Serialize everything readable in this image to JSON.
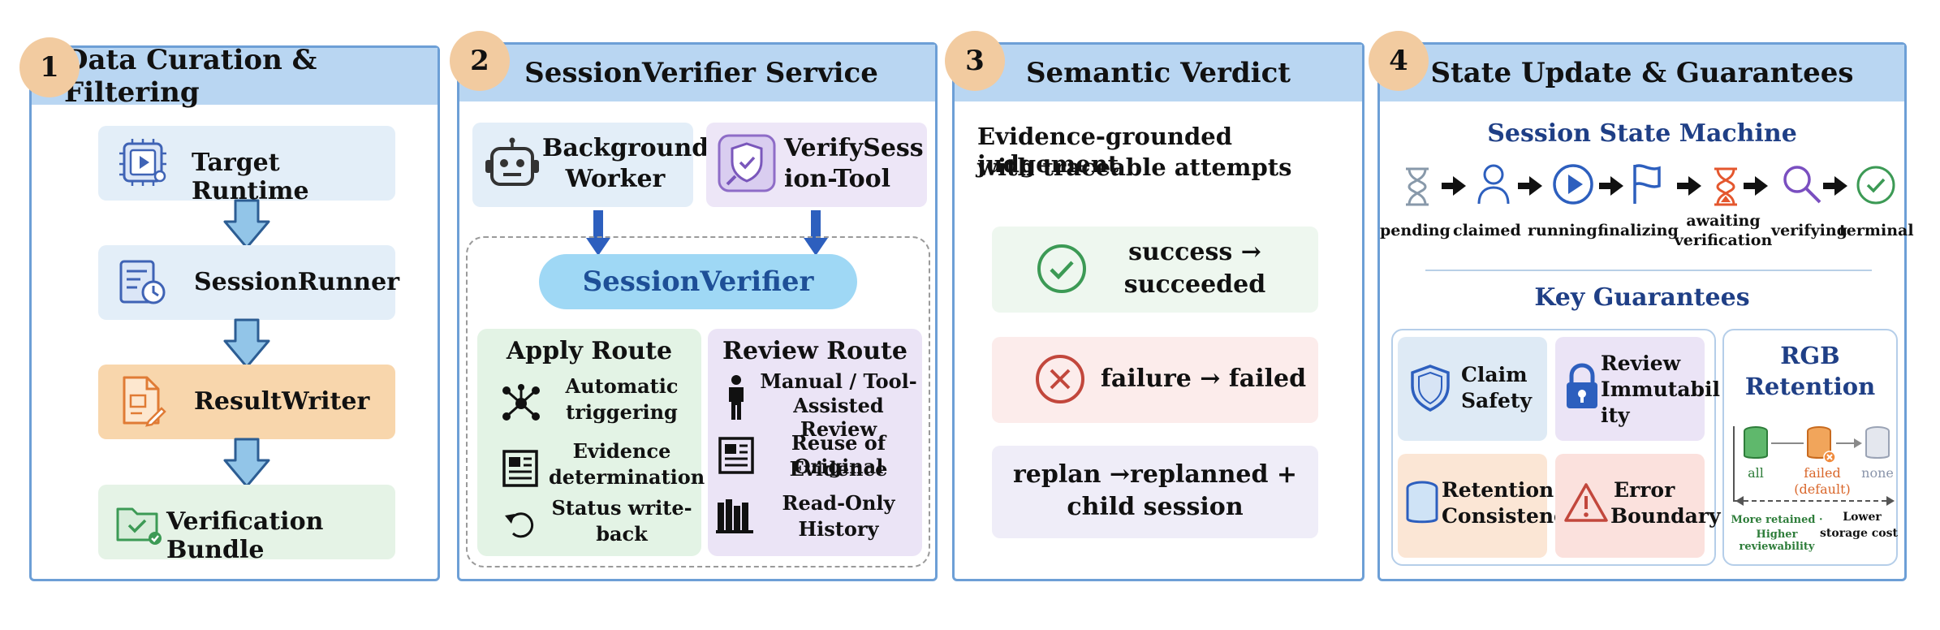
{
  "panel1": {
    "number": "1",
    "title": "Data Curation & Filtering",
    "steps": [
      "Target Runtime",
      "SessionRunner",
      "ResultWriter",
      "Verification Bundle"
    ]
  },
  "panel2": {
    "number": "2",
    "title": "SessionVerifier Service",
    "worker_line1": "Background",
    "worker_line2": "Worker",
    "tool_line1": "VerifySess",
    "tool_line2": "ion-Tool",
    "verifier": "SessionVerifier",
    "apply": {
      "title": "Apply Route",
      "items": [
        {
          "l1": "Automatic",
          "l2": "triggering"
        },
        {
          "l1": "Evidence",
          "l2": "determination"
        },
        {
          "l1": "Status write-",
          "l2": "back"
        }
      ]
    },
    "review": {
      "title": "Review Route",
      "items": [
        {
          "l1": "Manual / Tool-",
          "l2": "Assisted Review"
        },
        {
          "l1": "Reuse of Original",
          "l2": "Evidence"
        },
        {
          "l1": "Read-Only",
          "l2": "History"
        }
      ]
    }
  },
  "panel3": {
    "number": "3",
    "title": "Semantic Verdict",
    "intro_line1": "Evidence-grounded judgement",
    "intro_line2": "with traceable attempts",
    "success_line1": "success →",
    "success_line2": "succeeded",
    "failure": "failure → failed",
    "replan_line1": "replan →replanned +",
    "replan_line2": "child session"
  },
  "panel4": {
    "number": "4",
    "title": "State Update & Guarantees",
    "state_machine_title": "Session State Machine",
    "states": [
      {
        "l1": "pending",
        "l2": ""
      },
      {
        "l1": "claimed",
        "l2": ""
      },
      {
        "l1": "running",
        "l2": ""
      },
      {
        "l1": "finalizing",
        "l2": ""
      },
      {
        "l1": "awaiting",
        "l2": "verification"
      },
      {
        "l1": "verifying",
        "l2": ""
      },
      {
        "l1": "terminal",
        "l2": ""
      }
    ],
    "guarantees_title": "Key Guarantees",
    "guarantees": [
      {
        "l1": "Claim",
        "l2": "Safety",
        "l3": ""
      },
      {
        "l1": "Review",
        "l2": "Immutabil",
        "l3": "ity"
      },
      {
        "l1": "Retention",
        "l2": "Consistency",
        "l3": ""
      },
      {
        "l1": "Error",
        "l2": "Boundary",
        "l3": ""
      }
    ],
    "rgb_title_line1": "RGB",
    "rgb_title_line2": "Retention",
    "rgb_all": "all",
    "rgb_failed_line1": "failed",
    "rgb_failed_line2": "(default)",
    "rgb_none": "none",
    "rgb_left_line1": "More retained ·",
    "rgb_left_line2": "Higher reviewability",
    "rgb_right_line1": "Lower",
    "rgb_right_line2": "storage cost"
  }
}
